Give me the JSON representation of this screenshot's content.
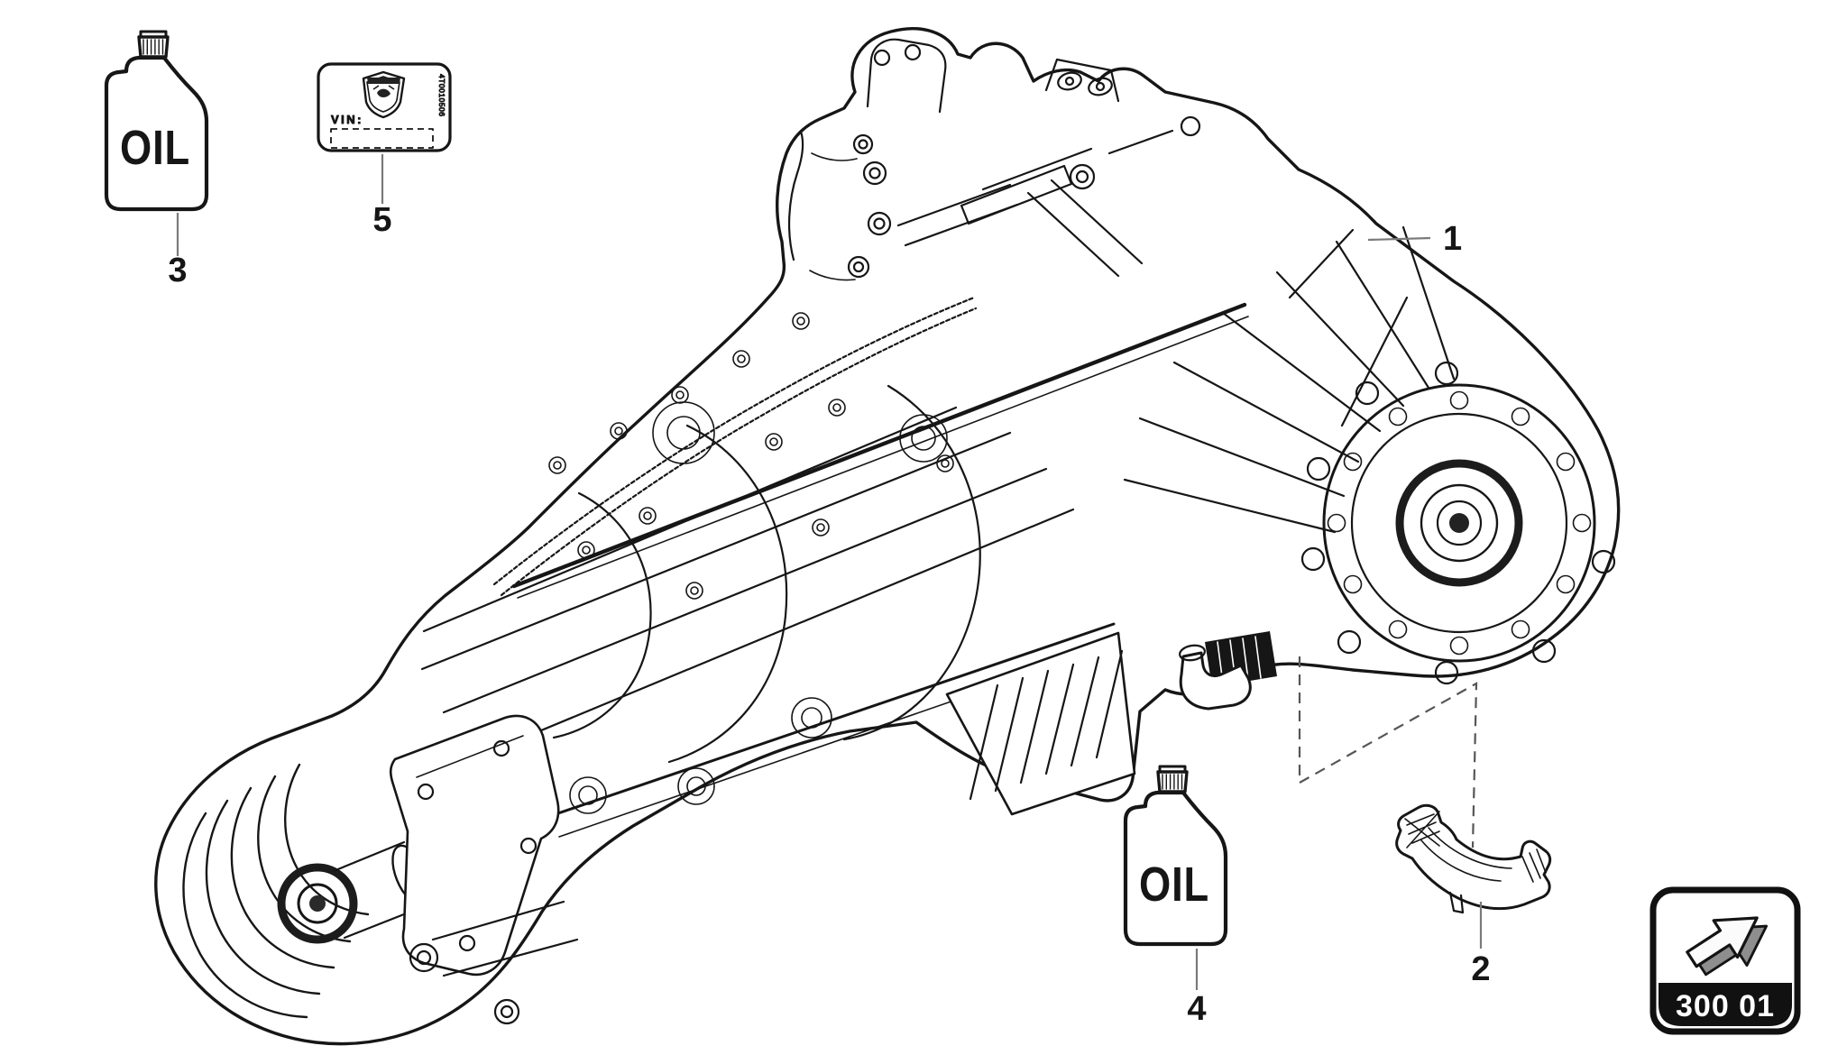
{
  "colors": {
    "background": "#ffffff",
    "line": "#161616",
    "leader_line": "#7a7a7a",
    "dashed_reference_line": "#565656",
    "badge_background": "#111111",
    "badge_text": "#ffffff",
    "arrow_side_fill": "#8e8e8e"
  },
  "callouts": {
    "gearbox": {
      "number": "1"
    },
    "support_bracket": {
      "number": "2"
    },
    "oil_bottle_top": {
      "number": "3"
    },
    "oil_bottle_bottom": {
      "number": "4"
    },
    "vin_label": {
      "number": "5"
    }
  },
  "oil_bottle_top": {
    "label": "OIL"
  },
  "oil_bottle_bottom": {
    "label": "OIL"
  },
  "vin_label": {
    "brand_icon": "lamborghini-shield-icon",
    "field_label": "VIN:",
    "vertical_part_code": "4T0010506"
  },
  "nav_badge": {
    "icon": "forward-arrow-icon",
    "section_code": "300 01"
  }
}
